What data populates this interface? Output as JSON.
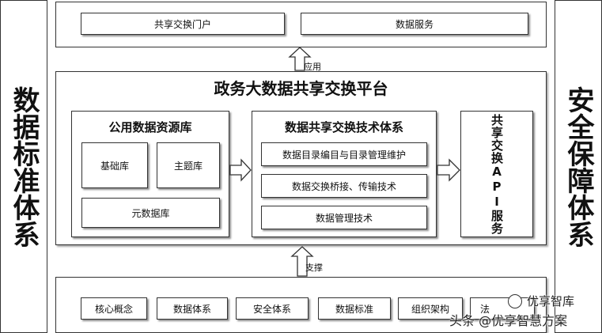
{
  "left_pillar": "数据标准体系",
  "right_pillar": "安全保障体系",
  "top_layer": {
    "items": [
      "共享交换门户",
      "数据服务"
    ]
  },
  "arrow_up_top_label": "应用",
  "platform": {
    "title": "政务大数据共享交换平台",
    "resource_lib": {
      "title": "公用数据资源库",
      "items": [
        "基础库",
        "主题库",
        "元数据库"
      ]
    },
    "tech_system": {
      "title": "数据共享交换技术体系",
      "items": [
        "数据目录编目与目录管理维护",
        "数据交换桥接、传输技术",
        "数据管理技术"
      ]
    },
    "api_service": "共享交换API服务"
  },
  "arrow_up_bottom_label": "支撑",
  "bottom_layer": {
    "items": [
      "核心概念",
      "数据体系",
      "安全体系",
      "数据标准",
      "组织架构",
      "法"
    ]
  },
  "watermark": {
    "line1": "优享智库",
    "line2": "头条 @优享智慧方案"
  }
}
